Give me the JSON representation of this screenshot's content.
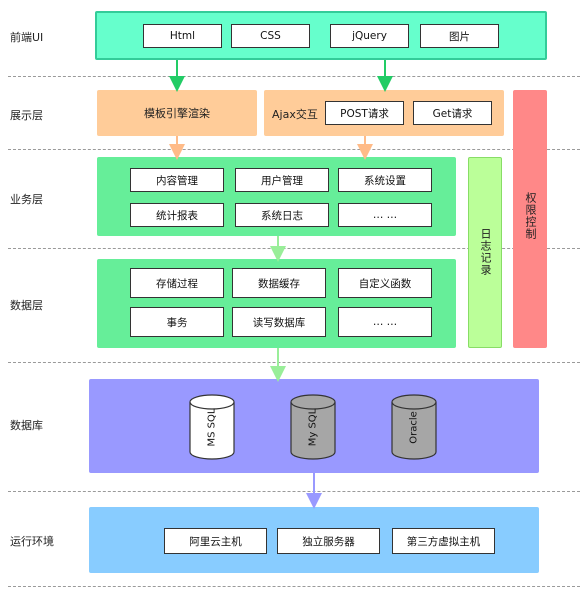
{
  "layers": {
    "frontend": {
      "label": "前端UI",
      "items": [
        "Html",
        "CSS",
        "jQuery",
        "图片"
      ]
    },
    "presentation": {
      "label": "展示层",
      "template_engine": "模板引擎渲染",
      "ajax_label": "Ajax交互",
      "ajax_items": [
        "POST请求",
        "Get请求"
      ]
    },
    "business": {
      "label": "业务层",
      "items": [
        "内容管理",
        "用户管理",
        "系统设置",
        "统计报表",
        "系统日志",
        "… …"
      ]
    },
    "data": {
      "label": "数据层",
      "items": [
        "存储过程",
        "数据缓存",
        "自定义函数",
        "事务",
        "读写数据库",
        "… …"
      ]
    },
    "database": {
      "label": "数据库",
      "items": [
        {
          "name": "MS SQL",
          "color": "#ffffff"
        },
        {
          "name": "My SQL",
          "color": "#a6a6a6"
        },
        {
          "name": "Oracle",
          "color": "#a6a6a6"
        }
      ]
    },
    "runtime": {
      "label": "运行环境",
      "items": [
        "阿里云主机",
        "独立服务器",
        "第三方虚拟主机"
      ]
    }
  },
  "side_panels": {
    "logging": "日志记录",
    "access_control": "权限控制"
  },
  "colors": {
    "frontend": "#66ffcc",
    "frontend_border": "#33cc99",
    "presentation": "#ffcc99",
    "business": "#66ee99",
    "data": "#66ee99",
    "logging": "#bbff99",
    "access_control": "#ff8888",
    "database": "#9999ff",
    "runtime": "#88ccff",
    "arrow_green": "#22cc66",
    "arrow_orange": "#ffbb88",
    "arrow_lightgreen": "#99ee99",
    "arrow_purple": "#9999ff"
  }
}
